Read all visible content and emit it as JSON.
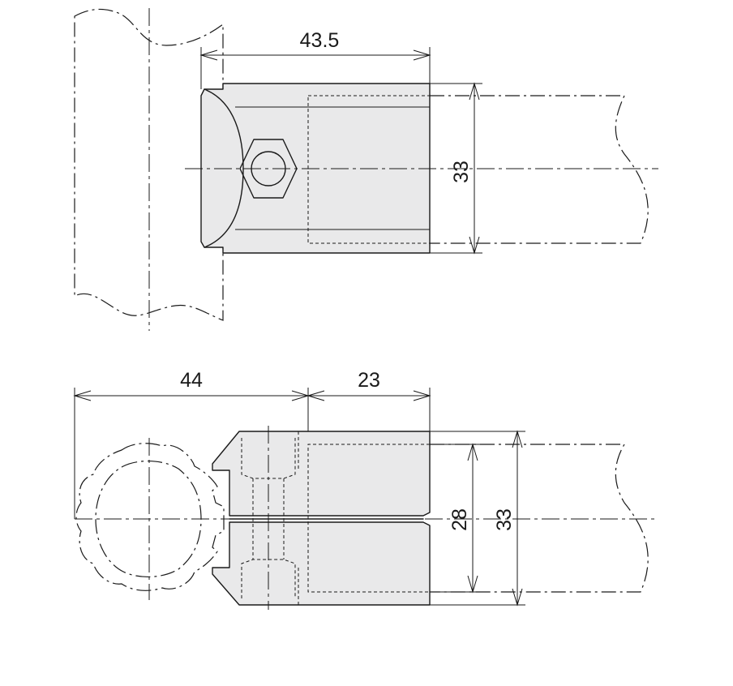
{
  "dimensions": {
    "top_length": "43.5",
    "top_height": "33",
    "bottom_offset": "44",
    "bottom_length": "23",
    "bottom_inner_height": "28",
    "bottom_outer_height": "33"
  }
}
